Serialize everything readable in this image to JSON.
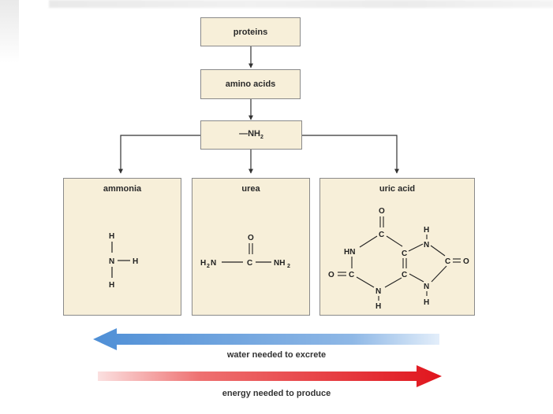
{
  "boxes": {
    "proteins": "proteins",
    "amino_acids": "amino acids",
    "amine_group": "—NH",
    "amine_sub": "2"
  },
  "panels": {
    "ammonia": {
      "title": "ammonia",
      "atoms": {
        "h_top": "H",
        "n": "N",
        "h_right": "H",
        "h_bottom": "H"
      }
    },
    "urea": {
      "title": "urea",
      "atoms": {
        "o": "O",
        "left_group": "H",
        "left_sub": "2",
        "left_n": "N",
        "c": "C",
        "right_group": "NH",
        "right_sub": "2"
      }
    },
    "uric_acid": {
      "title": "uric acid",
      "atoms": {
        "o_top": "O",
        "c_top": "C",
        "hn_left": "HN",
        "h_top_right": "H",
        "n_top_right": "N",
        "c_mid_upper": "C",
        "c_right": "C",
        "o_right": "O",
        "c_mid_lower": "C",
        "o_left": "O",
        "c_left": "C",
        "n_bottom": "N",
        "h_bottom": "H",
        "n_lower_right": "N",
        "h_lower_right": "H"
      }
    }
  },
  "arrows": {
    "water": {
      "label": "water needed to excrete",
      "color": "#5b96d8",
      "direction": "left"
    },
    "energy": {
      "label": "energy needed to produce",
      "color": "#e0242a",
      "direction": "right"
    }
  }
}
